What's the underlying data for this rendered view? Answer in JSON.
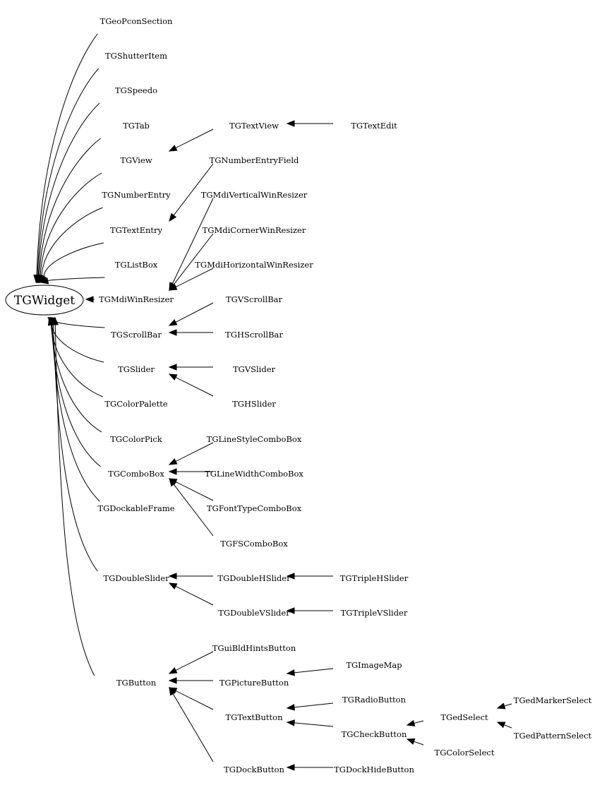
{
  "root": {
    "id": "root",
    "label": "TGWidget"
  },
  "nodes": [
    {
      "id": "n0",
      "label": "TGeoPconSection"
    },
    {
      "id": "n1",
      "label": "TGShutterItem"
    },
    {
      "id": "n2",
      "label": "TGSpeedo"
    },
    {
      "id": "n3",
      "label": "TGTab"
    },
    {
      "id": "n4",
      "label": "TGView"
    },
    {
      "id": "n5",
      "label": "TGNumberEntry"
    },
    {
      "id": "n6",
      "label": "TGTextEntry"
    },
    {
      "id": "n7",
      "label": "TGListBox"
    },
    {
      "id": "n8",
      "label": "TGMdiWinResizer"
    },
    {
      "id": "n9",
      "label": "TGScrollBar"
    },
    {
      "id": "n10",
      "label": "TGSlider"
    },
    {
      "id": "n11",
      "label": "TGColorPalette"
    },
    {
      "id": "n12",
      "label": "TGColorPick"
    },
    {
      "id": "n13",
      "label": "TGComboBox"
    },
    {
      "id": "n14",
      "label": "TGDockableFrame"
    },
    {
      "id": "n15",
      "label": "TGDoubleSlider"
    },
    {
      "id": "n16",
      "label": "TGButton"
    },
    {
      "id": "n17",
      "label": "TGTextView"
    },
    {
      "id": "n18",
      "label": "TGTextEdit"
    },
    {
      "id": "n19",
      "label": "TGNumberEntryField"
    },
    {
      "id": "n20",
      "label": "TGMdiVerticalWinResizer"
    },
    {
      "id": "n21",
      "label": "TGMdiCornerWinResizer"
    },
    {
      "id": "n22",
      "label": "TGMdiHorizontalWinResizer"
    },
    {
      "id": "n23",
      "label": "TGVScrollBar"
    },
    {
      "id": "n24",
      "label": "TGHScrollBar"
    },
    {
      "id": "n25",
      "label": "TGVSlider"
    },
    {
      "id": "n26",
      "label": "TGHSlider"
    },
    {
      "id": "n27",
      "label": "TGLineStyleComboBox"
    },
    {
      "id": "n28",
      "label": "TGLineWidthComboBox"
    },
    {
      "id": "n29",
      "label": "TGFontTypeComboBox"
    },
    {
      "id": "n30",
      "label": "TGFSComboBox"
    },
    {
      "id": "n31",
      "label": "TGDoubleHSlider"
    },
    {
      "id": "n32",
      "label": "TGDoubleVSlider"
    },
    {
      "id": "n33",
      "label": "TGTripleHSlider"
    },
    {
      "id": "n34",
      "label": "TGTripleVSlider"
    },
    {
      "id": "n35",
      "label": "TGuiBldHintsButton"
    },
    {
      "id": "n36",
      "label": "TGPictureButton"
    },
    {
      "id": "n37",
      "label": "TGImageMap"
    },
    {
      "id": "n38",
      "label": "TGTextButton"
    },
    {
      "id": "n39",
      "label": "TGRadioButton"
    },
    {
      "id": "n40",
      "label": "TGCheckButton"
    },
    {
      "id": "n41",
      "label": "TGedSelect"
    },
    {
      "id": "n42",
      "label": "TGColorSelect"
    },
    {
      "id": "n43",
      "label": "TGedMarkerSelect"
    },
    {
      "id": "n44",
      "label": "TGedPatternSelect"
    },
    {
      "id": "n45",
      "label": "TGDockButton"
    },
    {
      "id": "n46",
      "label": "TGDockHideButton"
    }
  ],
  "edges": [
    {
      "from": "n0",
      "to": "root"
    },
    {
      "from": "n1",
      "to": "root"
    },
    {
      "from": "n2",
      "to": "root"
    },
    {
      "from": "n3",
      "to": "root"
    },
    {
      "from": "n4",
      "to": "root"
    },
    {
      "from": "n5",
      "to": "root"
    },
    {
      "from": "n6",
      "to": "root"
    },
    {
      "from": "n7",
      "to": "root"
    },
    {
      "from": "n8",
      "to": "root"
    },
    {
      "from": "n9",
      "to": "root"
    },
    {
      "from": "n10",
      "to": "root"
    },
    {
      "from": "n11",
      "to": "root"
    },
    {
      "from": "n12",
      "to": "root"
    },
    {
      "from": "n13",
      "to": "root"
    },
    {
      "from": "n14",
      "to": "root"
    },
    {
      "from": "n15",
      "to": "root"
    },
    {
      "from": "n16",
      "to": "root"
    },
    {
      "from": "n17",
      "to": "n4"
    },
    {
      "from": "n18",
      "to": "n17"
    },
    {
      "from": "n19",
      "to": "n6"
    },
    {
      "from": "n20",
      "to": "n8"
    },
    {
      "from": "n21",
      "to": "n8"
    },
    {
      "from": "n22",
      "to": "n8"
    },
    {
      "from": "n23",
      "to": "n9"
    },
    {
      "from": "n24",
      "to": "n9"
    },
    {
      "from": "n25",
      "to": "n10"
    },
    {
      "from": "n26",
      "to": "n10"
    },
    {
      "from": "n27",
      "to": "n13"
    },
    {
      "from": "n28",
      "to": "n13"
    },
    {
      "from": "n29",
      "to": "n13"
    },
    {
      "from": "n30",
      "to": "n13"
    },
    {
      "from": "n31",
      "to": "n15"
    },
    {
      "from": "n32",
      "to": "n15"
    },
    {
      "from": "n33",
      "to": "n31"
    },
    {
      "from": "n34",
      "to": "n32"
    },
    {
      "from": "n35",
      "to": "n16"
    },
    {
      "from": "n36",
      "to": "n16"
    },
    {
      "from": "n38",
      "to": "n16"
    },
    {
      "from": "n45",
      "to": "n16"
    },
    {
      "from": "n37",
      "to": "n36"
    },
    {
      "from": "n39",
      "to": "n38"
    },
    {
      "from": "n40",
      "to": "n38"
    },
    {
      "from": "n41",
      "to": "n40"
    },
    {
      "from": "n42",
      "to": "n40"
    },
    {
      "from": "n43",
      "to": "n41"
    },
    {
      "from": "n44",
      "to": "n41"
    },
    {
      "from": "n46",
      "to": "n45"
    }
  ]
}
